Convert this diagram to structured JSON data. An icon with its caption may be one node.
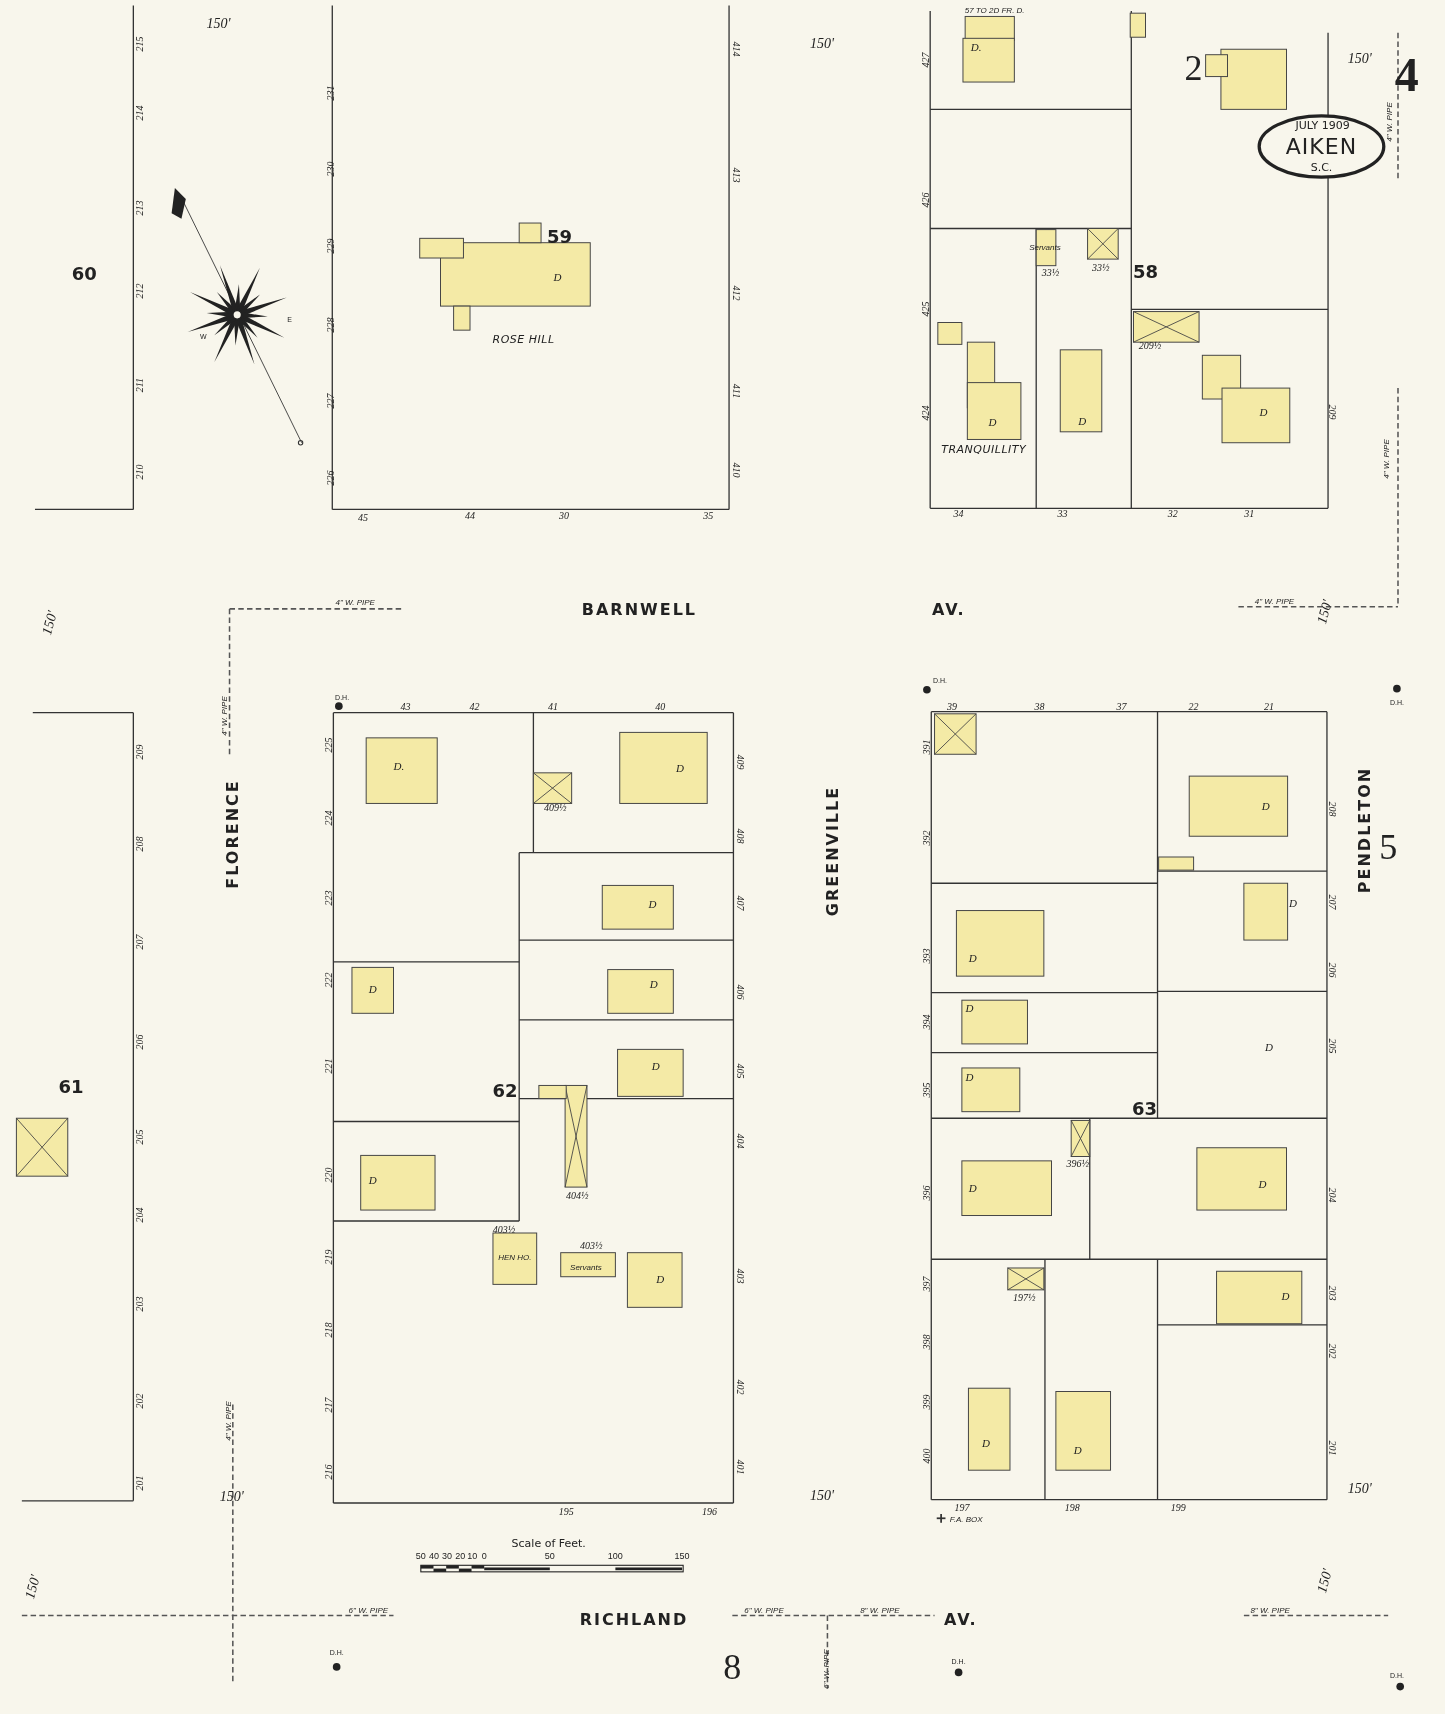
{
  "diagram": {
    "labels": [
      "150'",
      "57 TO 2D FR. D.",
      "215",
      "414",
      "150'",
      "427",
      "D.",
      "2",
      "150'",
      "4",
      "231",
      "214",
      "JULY 1909",
      "4\" W. PIPE",
      "AIKEN",
      "230",
      "413",
      "S.C.",
      "213",
      "426",
      "229",
      "59",
      "Servants",
      "60",
      "D",
      "33½",
      "33½",
      "58",
      "212",
      "412",
      "425",
      "W",
      "E",
      "228",
      "ROSE HILL",
      "209½",
      "211",
      "227",
      "411",
      "424",
      "D",
      "D",
      "D",
      "209",
      "210",
      "226",
      "410",
      "TRANQUILLITY",
      "4\" W. PIPE",
      "45",
      "44",
      "30",
      "35",
      "34",
      "33",
      "32",
      "31",
      "150'",
      "4\" W. PIPE",
      "BARNWELL",
      "AV.",
      "4\" W. PIPE",
      "150'",
      "4\" W. PIPE",
      "D.H.",
      "43",
      "42",
      "41",
      "40",
      "D.H.",
      "39",
      "38",
      "37",
      "22",
      "21",
      "D.H.",
      "209",
      "225",
      "D.",
      "D",
      "409",
      "391",
      "224",
      "409½",
      "D",
      "208",
      "208",
      "FLORENCE",
      "408",
      "GREENVILLE",
      "392",
      "PENDLETON",
      "5",
      "223",
      "D",
      "407",
      "D",
      "207",
      "207",
      "393",
      "D",
      "206",
      "222",
      "D",
      "D",
      "406",
      "394",
      "D",
      "206",
      "D",
      "205",
      "61",
      "221",
      "62",
      "D",
      "405",
      "395",
      "D",
      "63",
      "205",
      "404",
      "220",
      "D",
      "404½",
      "396",
      "D",
      "396½",
      "D",
      "204",
      "204",
      "219",
      "403½",
      "403½",
      "HEN HO.",
      "Servants",
      "203",
      "D",
      "403",
      "397",
      "197½",
      "D",
      "203",
      "218",
      "398",
      "202",
      "202",
      "4\" W. PIPE",
      "217",
      "402",
      "399",
      "201",
      "216",
      "401",
      "400",
      "D",
      "D",
      "201",
      "150'",
      "195",
      "196",
      "150'",
      "197",
      "F.A. BOX",
      "198",
      "199",
      "150'",
      "Scale of Feet.",
      "50",
      "40",
      "30",
      "20",
      "10",
      "0",
      "50",
      "100",
      "150",
      "150'",
      "6\" W. PIPE",
      "RICHLAND",
      "6\" W. PIPE",
      "8\" W. PIPE",
      "AV.",
      "8\" W. PIPE",
      "150'",
      "D.H.",
      "8",
      "6\" W. PIPE",
      "D.H.",
      "D.H."
    ]
  }
}
